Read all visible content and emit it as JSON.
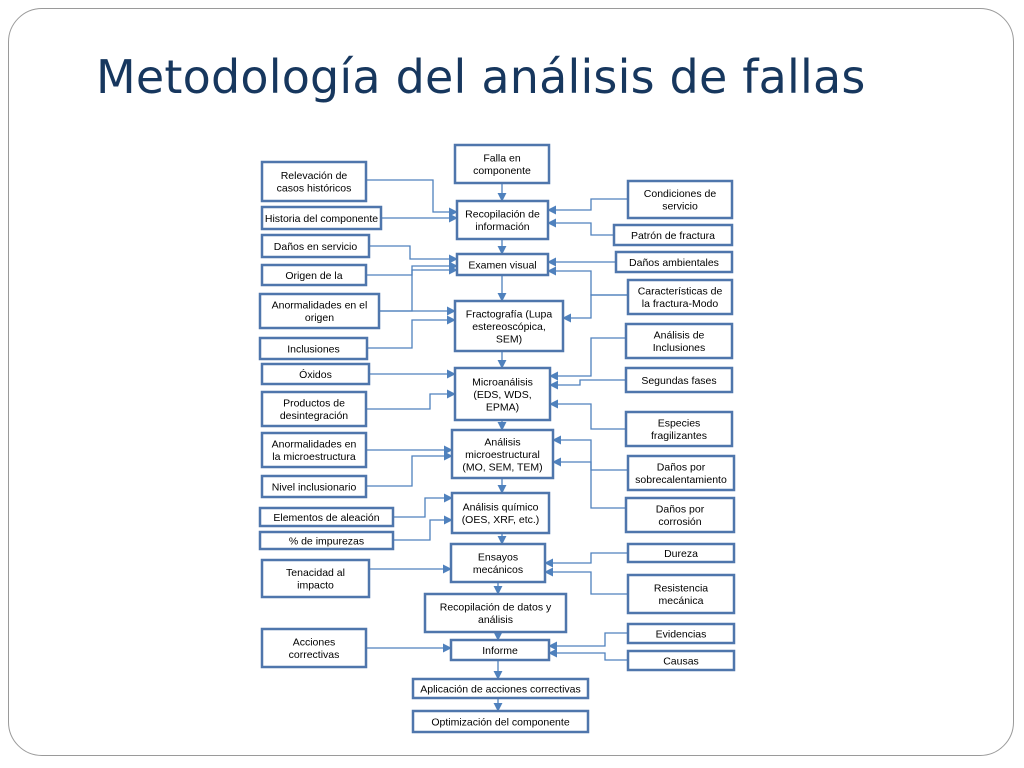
{
  "title": "Metodología del análisis de fallas",
  "colors": {
    "title": "#17375e",
    "box_border": "#4f76ac",
    "connector": "#4f81bd"
  },
  "nodes": [
    {
      "id": "falla",
      "lines": [
        "Falla en",
        "componente"
      ]
    },
    {
      "id": "recopilacion",
      "lines": [
        "Recopilación de",
        "información"
      ]
    },
    {
      "id": "examen",
      "lines": [
        "Examen visual"
      ]
    },
    {
      "id": "fractografia",
      "lines": [
        "Fractografía (Lupa",
        "estereoscópica,",
        "SEM)"
      ]
    },
    {
      "id": "microanalisis",
      "lines": [
        "Microanálisis",
        "(EDS, WDS,",
        "EPMA)"
      ]
    },
    {
      "id": "microestructural",
      "lines": [
        "Análisis",
        "microestructural",
        "(MO, SEM, TEM)"
      ]
    },
    {
      "id": "quimico",
      "lines": [
        "Análisis químico",
        "(OES, XRF, etc.)"
      ]
    },
    {
      "id": "ensayos",
      "lines": [
        "Ensayos",
        "mecánicos"
      ]
    },
    {
      "id": "recopdatos",
      "lines": [
        "Recopilación de datos y",
        "análisis"
      ]
    },
    {
      "id": "informe",
      "lines": [
        "Informe"
      ]
    },
    {
      "id": "aplicacion",
      "lines": [
        "Aplicación de acciones correctivas"
      ]
    },
    {
      "id": "optimizacion",
      "lines": [
        "Optimización del componente"
      ]
    },
    {
      "id": "relevacion",
      "lines": [
        "Relevación de",
        "casos históricos"
      ]
    },
    {
      "id": "historia",
      "lines": [
        "Historia del componente"
      ]
    },
    {
      "id": "danos_servicio",
      "lines": [
        "Daños en servicio"
      ]
    },
    {
      "id": "origen",
      "lines": [
        "Origen de la"
      ]
    },
    {
      "id": "anormal_origen",
      "lines": [
        "Anormalidades en el",
        "origen"
      ]
    },
    {
      "id": "inclusiones",
      "lines": [
        "Inclusiones"
      ]
    },
    {
      "id": "oxidos",
      "lines": [
        "Óxidos"
      ]
    },
    {
      "id": "productos",
      "lines": [
        "Productos de",
        "desintegración"
      ]
    },
    {
      "id": "anormal_micro",
      "lines": [
        "Anormalidades en",
        "la microestructura"
      ]
    },
    {
      "id": "nivel",
      "lines": [
        "Nivel inclusionario"
      ]
    },
    {
      "id": "elementos",
      "lines": [
        "Elementos de aleación"
      ]
    },
    {
      "id": "impurezas",
      "lines": [
        "% de impurezas"
      ]
    },
    {
      "id": "tenacidad",
      "lines": [
        "Tenacidad al",
        "impacto"
      ]
    },
    {
      "id": "acciones",
      "lines": [
        "Acciones",
        "correctivas"
      ]
    },
    {
      "id": "condiciones",
      "lines": [
        "Condiciones de",
        "servicio"
      ]
    },
    {
      "id": "patron",
      "lines": [
        "Patrón  de fractura"
      ]
    },
    {
      "id": "ambientales",
      "lines": [
        "Daños ambientales"
      ]
    },
    {
      "id": "caracteristicas",
      "lines": [
        "Características de",
        "la fractura-Modo"
      ]
    },
    {
      "id": "analisis_incl",
      "lines": [
        "Análisis de",
        "Inclusiones"
      ]
    },
    {
      "id": "segundas",
      "lines": [
        "Segundas fases"
      ]
    },
    {
      "id": "especies",
      "lines": [
        "Especies",
        "fragilizantes"
      ]
    },
    {
      "id": "sobrecal",
      "lines": [
        "Daños por",
        "sobrecalentamiento"
      ]
    },
    {
      "id": "corrosion",
      "lines": [
        "Daños por",
        "corrosión"
      ]
    },
    {
      "id": "dureza",
      "lines": [
        "Dureza"
      ]
    },
    {
      "id": "resistencia",
      "lines": [
        "Resistencia",
        "mecánica"
      ]
    },
    {
      "id": "evidencias",
      "lines": [
        "Evidencias"
      ]
    },
    {
      "id": "causas",
      "lines": [
        "Causas"
      ]
    }
  ],
  "edges": [
    {
      "from": "falla",
      "to": "recopilacion"
    },
    {
      "from": "recopilacion",
      "to": "examen"
    },
    {
      "from": "examen",
      "to": "fractografia"
    },
    {
      "from": "fractografia",
      "to": "microanalisis"
    },
    {
      "from": "microanalisis",
      "to": "microestructural"
    },
    {
      "from": "microestructural",
      "to": "quimico"
    },
    {
      "from": "quimico",
      "to": "ensayos"
    },
    {
      "from": "ensayos",
      "to": "recopdatos"
    },
    {
      "from": "recopdatos",
      "to": "informe"
    },
    {
      "from": "informe",
      "to": "aplicacion"
    },
    {
      "from": "aplicacion",
      "to": "optimizacion"
    },
    {
      "from": "relevacion",
      "to": "recopilacion"
    },
    {
      "from": "historia",
      "to": "recopilacion"
    },
    {
      "from": "danos_servicio",
      "to": "examen"
    },
    {
      "from": "origen",
      "to": "examen"
    },
    {
      "from": "anormal_origen",
      "to": "examen"
    },
    {
      "from": "anormal_origen",
      "to": "fractografia"
    },
    {
      "from": "inclusiones",
      "to": "fractografia"
    },
    {
      "from": "oxidos",
      "to": "microanalisis"
    },
    {
      "from": "productos",
      "to": "microanalisis"
    },
    {
      "from": "anormal_micro",
      "to": "microestructural"
    },
    {
      "from": "nivel",
      "to": "microestructural"
    },
    {
      "from": "elementos",
      "to": "quimico"
    },
    {
      "from": "impurezas",
      "to": "quimico"
    },
    {
      "from": "tenacidad",
      "to": "ensayos"
    },
    {
      "from": "acciones",
      "to": "informe"
    },
    {
      "from": "condiciones",
      "to": "recopilacion"
    },
    {
      "from": "patron",
      "to": "recopilacion"
    },
    {
      "from": "ambientales",
      "to": "examen"
    },
    {
      "from": "caracteristicas",
      "to": "examen"
    },
    {
      "from": "caracteristicas",
      "to": "fractografia"
    },
    {
      "from": "analisis_incl",
      "to": "microanalisis"
    },
    {
      "from": "segundas",
      "to": "microanalisis"
    },
    {
      "from": "especies",
      "to": "microanalisis"
    },
    {
      "from": "sobrecal",
      "to": "microestructural"
    },
    {
      "from": "corrosion",
      "to": "microestructural"
    },
    {
      "from": "dureza",
      "to": "ensayos"
    },
    {
      "from": "resistencia",
      "to": "ensayos"
    },
    {
      "from": "evidencias",
      "to": "informe"
    },
    {
      "from": "causas",
      "to": "informe"
    }
  ]
}
